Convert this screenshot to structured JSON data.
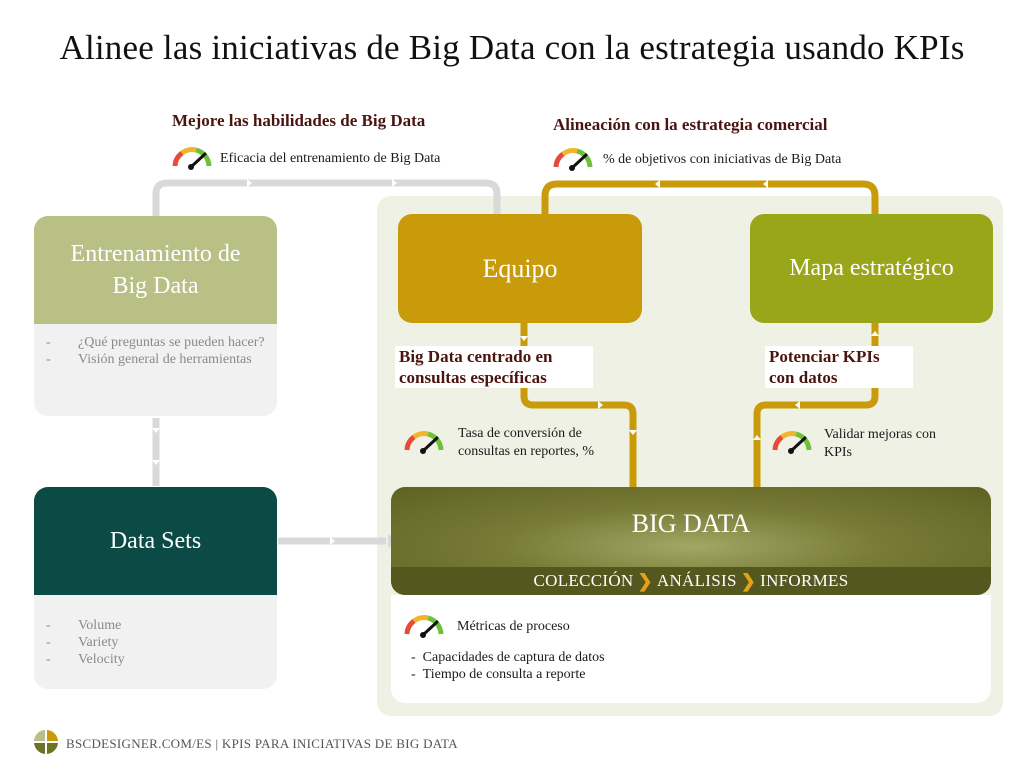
{
  "title": "Alinee las iniciativas de Big Data con la estrategia usando KPIs",
  "colors": {
    "brown_heading": "#4a1410",
    "gold": "#c99a0a",
    "olive_green": "#9aa61a",
    "sage": "#b8c086",
    "dark_teal": "#0c4a45",
    "connector_gray": "#d9d9d9",
    "panel_bg": "#eff1e4"
  },
  "skills": {
    "heading": "Mejore las habilidades de Big Data",
    "kpi": "Eficacia del entrenamiento de Big Data",
    "kpi_icon": "gauge-icon"
  },
  "alignment": {
    "heading": "Alineación con la estrategia comercial",
    "kpi": "% de objetivos con iniciativas de Big Data",
    "kpi_icon": "gauge-icon"
  },
  "training": {
    "title_line1": "Entrenamiento de",
    "title_line2": "Big Data",
    "items": [
      "¿Qué preguntas se pueden hacer?",
      "Visión general de herramientas"
    ]
  },
  "team": {
    "title": "Equipo"
  },
  "strategy_map": {
    "title": "Mapa estratégico"
  },
  "focused": {
    "label_line1": "Big Data centrado en",
    "label_line2": "consultas específicas",
    "kpi_line1": "Tasa de conversión de",
    "kpi_line2": "consultas en reportes, %",
    "kpi_icon": "gauge-icon"
  },
  "empower": {
    "label_line1": "Potenciar KPIs",
    "label_line2": "con datos",
    "kpi_line1": "Validar mejoras con",
    "kpi_line2": "KPIs",
    "kpi_icon": "gauge-icon"
  },
  "datasets": {
    "title": "Data Sets",
    "items": [
      "Volume",
      "Variety",
      "Velocity"
    ]
  },
  "bigdata": {
    "title": "BIG DATA",
    "stages": [
      "COLECCIÓN",
      "ANÁLISIS",
      "INFORMES"
    ]
  },
  "process": {
    "kpi": "Métricas de proceso",
    "kpi_icon": "gauge-icon",
    "items": [
      "Capacidades de captura de datos",
      "Tiempo de consulta a reporte"
    ]
  },
  "footer": {
    "logo_icon": "bsc-logo-icon",
    "text": "BSCDESIGNER.COM/ES | KPIS PARA INICIATIVAS DE BIG DATA"
  }
}
